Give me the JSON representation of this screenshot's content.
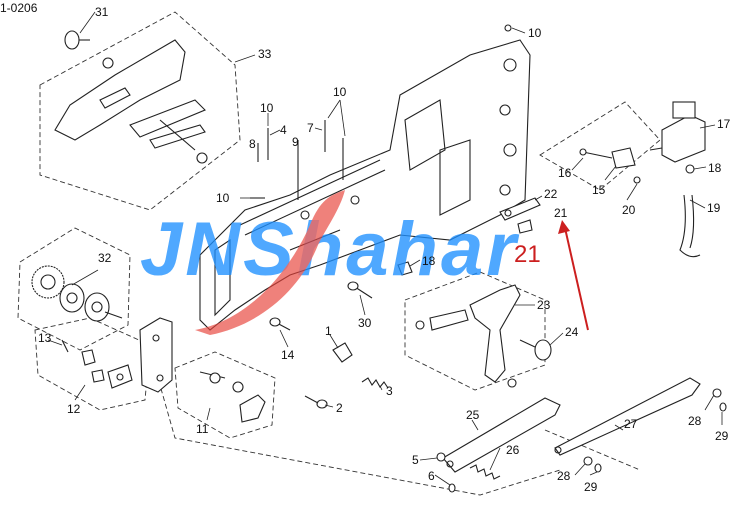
{
  "drawing_code": "1-0206",
  "watermark": {
    "text": "JNShahar",
    "primary_color": "#1e90ff",
    "accent_color": "#e8423a"
  },
  "highlight": {
    "label": "21",
    "color": "#cc1f1f"
  },
  "callouts": [
    "31",
    "33",
    "10",
    "10",
    "10",
    "4",
    "8",
    "9",
    "7",
    "10",
    "10",
    "17",
    "16",
    "15",
    "18",
    "20",
    "19",
    "22",
    "21",
    "32",
    "18",
    "13",
    "12",
    "30",
    "1",
    "14",
    "23",
    "24",
    "3",
    "2",
    "11",
    "25",
    "26",
    "5",
    "6",
    "28",
    "29",
    "27",
    "28",
    "29"
  ]
}
